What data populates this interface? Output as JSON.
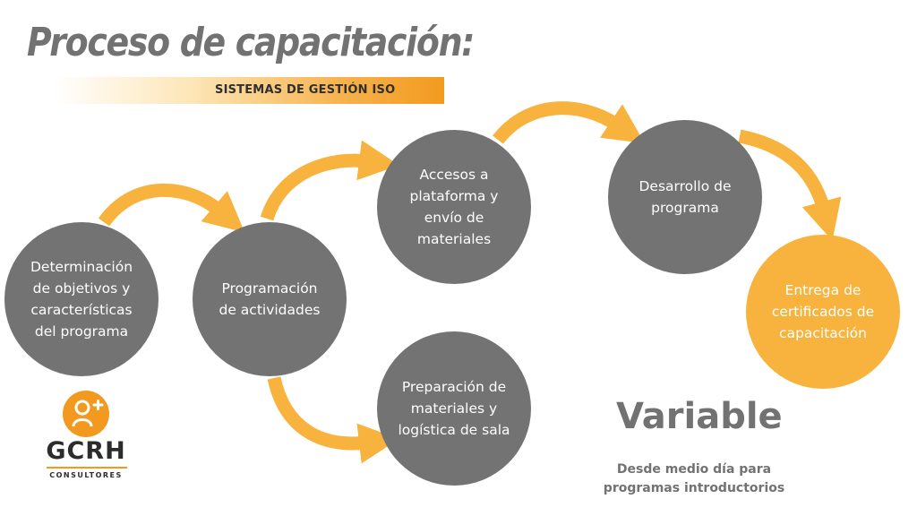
{
  "header": {
    "title": "Proceso de capacitación:",
    "subtitle": "SISTEMAS DE GESTIÓN ISO"
  },
  "colors": {
    "accent": "#f7b33d",
    "node_gray": "#737373",
    "text_gray": "#727272",
    "logo_orange": "#f29a1f"
  },
  "steps": [
    {
      "label": "Determinación\nde objetivos y\ncaracterísticas\ndel programa"
    },
    {
      "label": "Programación\nde actividades"
    },
    {
      "label": "Accesos a\nplataforma y\nenvío de\nmateriales"
    },
    {
      "label": "Preparación de\nmateriales y\nlogística de sala"
    },
    {
      "label": "Desarrollo de\nprograma"
    },
    {
      "label": "Entrega de\ncertificados de\ncapacitación"
    }
  ],
  "duration": {
    "label": "Variable",
    "note": "Desde medio día para\nprogramas introductorios"
  },
  "logo": {
    "icon": "person-plus-icon",
    "name": "GCRH",
    "tagline": "CONSULTORES"
  }
}
